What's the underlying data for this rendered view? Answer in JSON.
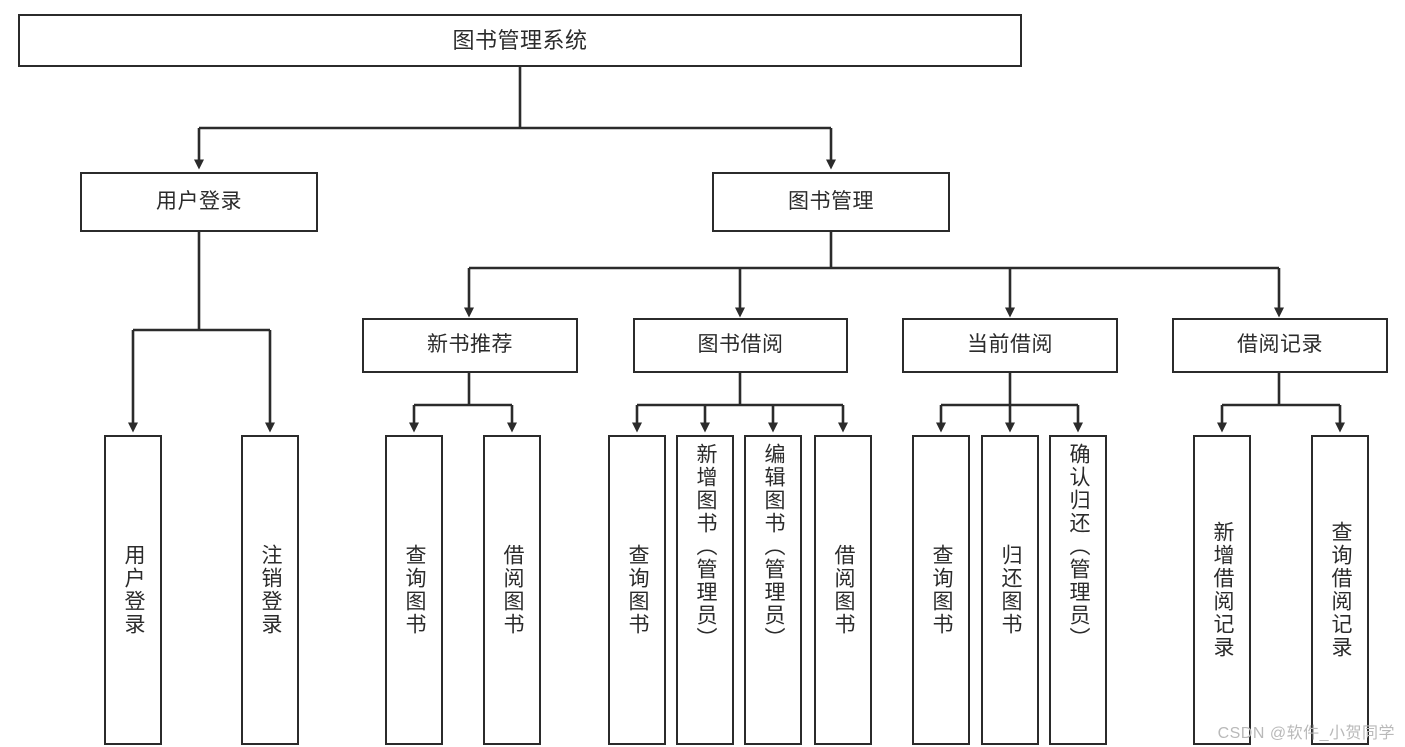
{
  "diagram": {
    "title": "图书管理系统",
    "type": "tree-hierarchy-diagram",
    "root": {
      "id": "root",
      "label": "图书管理系统"
    },
    "level1": [
      {
        "id": "user-login",
        "label": "用户登录"
      },
      {
        "id": "book-manage",
        "label": "图书管理"
      }
    ],
    "level2": [
      {
        "id": "new-book-rec",
        "label": "新书推荐"
      },
      {
        "id": "book-borrow",
        "label": "图书借阅"
      },
      {
        "id": "current-borrow",
        "label": "当前借阅"
      },
      {
        "id": "borrow-record",
        "label": "借阅记录"
      }
    ],
    "leaves": {
      "user_login": [
        {
          "id": "leaf-user-login",
          "label": "用户登录"
        },
        {
          "id": "leaf-user-logout",
          "label": "注销登录"
        }
      ],
      "new_book_rec": [
        {
          "id": "leaf-query-book-1",
          "label": "查询图书"
        },
        {
          "id": "leaf-borrow-book-1",
          "label": "借阅图书"
        }
      ],
      "book_borrow": [
        {
          "id": "leaf-query-book-2",
          "label": "查询图书"
        },
        {
          "id": "leaf-add-book",
          "label": "新增图书（管理员）"
        },
        {
          "id": "leaf-edit-book",
          "label": "编辑图书（管理员）"
        },
        {
          "id": "leaf-borrow-book-2",
          "label": "借阅图书"
        }
      ],
      "current_borrow": [
        {
          "id": "leaf-query-book-3",
          "label": "查询图书"
        },
        {
          "id": "leaf-return-book",
          "label": "归还图书"
        },
        {
          "id": "leaf-confirm-return",
          "label": "确认归还（管理员）"
        }
      ],
      "borrow_record": [
        {
          "id": "leaf-add-record",
          "label": "新增借阅记录"
        },
        {
          "id": "leaf-query-record",
          "label": "查询借阅记录"
        }
      ]
    }
  },
  "watermark": {
    "text": "CSDN @软件_小贺同学"
  },
  "colors": {
    "border": "#2b2b2b",
    "background": "#ffffff",
    "text": "#2b2b2b",
    "watermark": "#b9b9b9"
  }
}
